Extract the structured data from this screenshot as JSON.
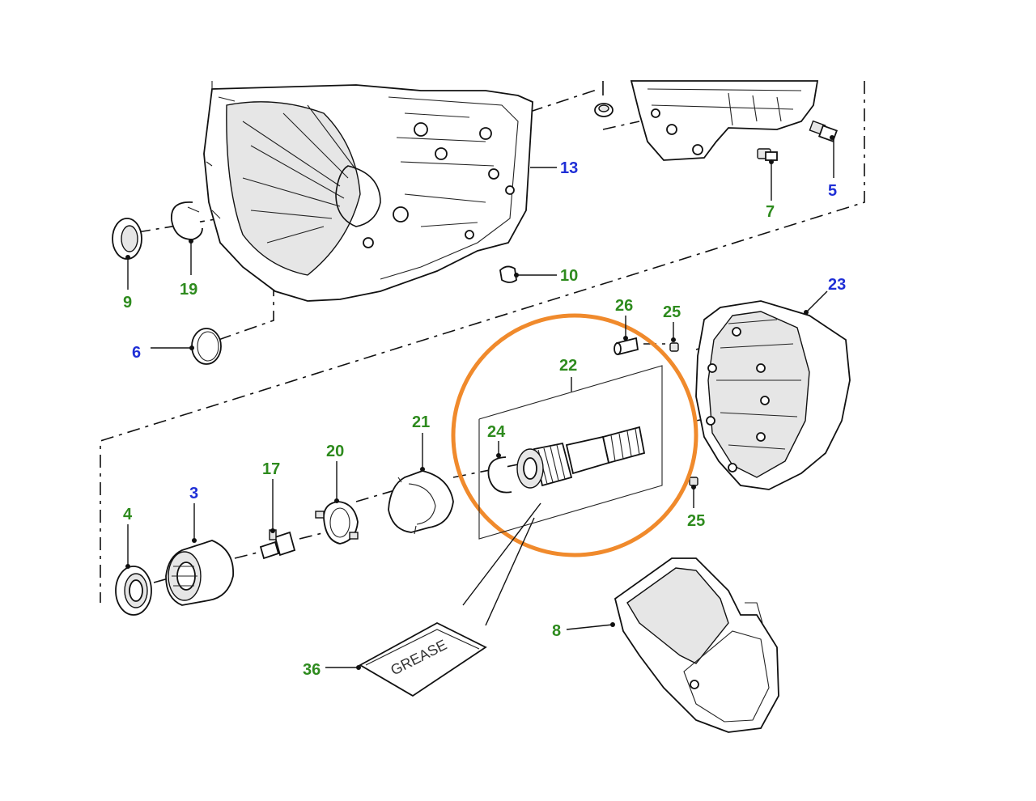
{
  "colors": {
    "green_label": "#2e8b1e",
    "blue_label": "#1f2fd6",
    "highlight": "#f08a2c",
    "line": "#111111"
  },
  "callouts": [
    {
      "id": "13",
      "text": "13",
      "color": "blue"
    },
    {
      "id": "5",
      "text": "5",
      "color": "blue"
    },
    {
      "id": "7",
      "text": "7",
      "color": "green"
    },
    {
      "id": "9",
      "text": "9",
      "color": "green"
    },
    {
      "id": "19",
      "text": "19",
      "color": "green"
    },
    {
      "id": "10",
      "text": "10",
      "color": "green"
    },
    {
      "id": "6",
      "text": "6",
      "color": "blue"
    },
    {
      "id": "26",
      "text": "26",
      "color": "green"
    },
    {
      "id": "25a",
      "text": "25",
      "color": "green"
    },
    {
      "id": "23",
      "text": "23",
      "color": "blue"
    },
    {
      "id": "22",
      "text": "22",
      "color": "green"
    },
    {
      "id": "24",
      "text": "24",
      "color": "green"
    },
    {
      "id": "21",
      "text": "21",
      "color": "green"
    },
    {
      "id": "20",
      "text": "20",
      "color": "green"
    },
    {
      "id": "17",
      "text": "17",
      "color": "green"
    },
    {
      "id": "3",
      "text": "3",
      "color": "blue"
    },
    {
      "id": "4",
      "text": "4",
      "color": "green"
    },
    {
      "id": "25b",
      "text": "25",
      "color": "green"
    },
    {
      "id": "8",
      "text": "8",
      "color": "green"
    },
    {
      "id": "36",
      "text": "36",
      "color": "green"
    }
  ],
  "packet_label": "GREASE"
}
